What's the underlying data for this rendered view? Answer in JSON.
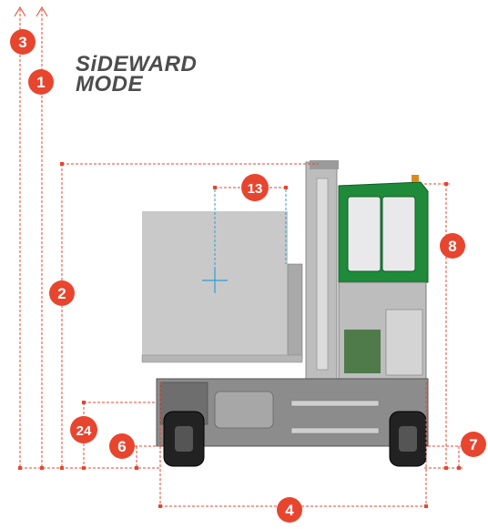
{
  "title": {
    "line1": "SiDEWARD",
    "line2": "MODE"
  },
  "colors": {
    "dimension_line": "#e8452f",
    "badge_fill": "#e8452f",
    "badge_text": "#ffffff",
    "load_fill": "#c9c9c9",
    "center_mark": "#2f9fd8",
    "cab_green": "#1e8a3a",
    "chassis_gray": "#8c8c8c"
  },
  "dimension_labels": {
    "d1": "1",
    "d2": "2",
    "d3": "3",
    "d4": "4",
    "d6": "6",
    "d7": "7",
    "d8": "8",
    "d13": "13",
    "d24": "24"
  }
}
